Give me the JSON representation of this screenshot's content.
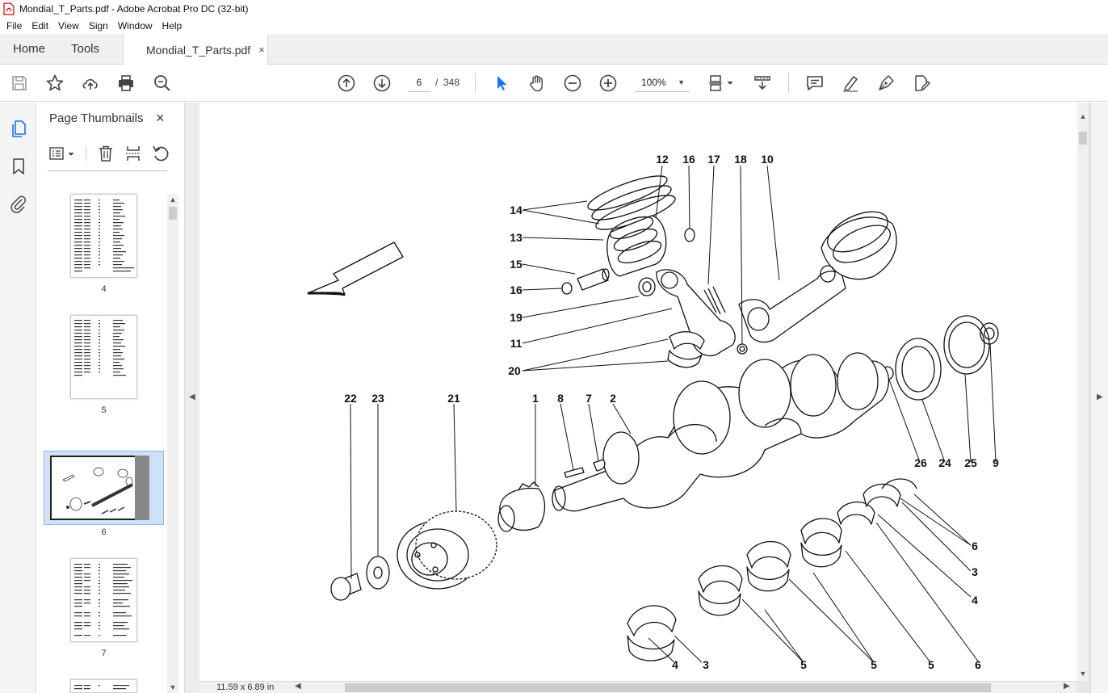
{
  "window": {
    "title": "Mondial_T_Parts.pdf - Adobe Acrobat Pro DC (32-bit)"
  },
  "menu": {
    "items": [
      "File",
      "Edit",
      "View",
      "Sign",
      "Window",
      "Help"
    ]
  },
  "tabs": {
    "home": "Home",
    "tools": "Tools",
    "document": "Mondial_T_Parts.pdf",
    "close": "×"
  },
  "toolbar": {
    "page_current": "6",
    "page_separator": "/",
    "page_total": "348",
    "zoom": "100%"
  },
  "thumbnails": {
    "title": "Page Thumbnails",
    "close": "×",
    "pages": [
      {
        "label": "4"
      },
      {
        "label": "5"
      },
      {
        "label": "6",
        "selected": true
      },
      {
        "label": "7"
      }
    ]
  },
  "status": {
    "page_size": "11.59 x 6.89 in"
  },
  "diagram": {
    "callouts": [
      "12",
      "16",
      "17",
      "18",
      "10",
      "14",
      "13",
      "15",
      "16",
      "19",
      "11",
      "20",
      "22",
      "23",
      "21",
      "1",
      "8",
      "7",
      "2",
      "26",
      "24",
      "25",
      "9",
      "6",
      "3",
      "4",
      "4",
      "3",
      "5",
      "5",
      "5",
      "6"
    ]
  },
  "colors": {
    "accent": "#1a73e8",
    "chrome": "#f0f0f0",
    "selection": "#cfe1f5"
  }
}
